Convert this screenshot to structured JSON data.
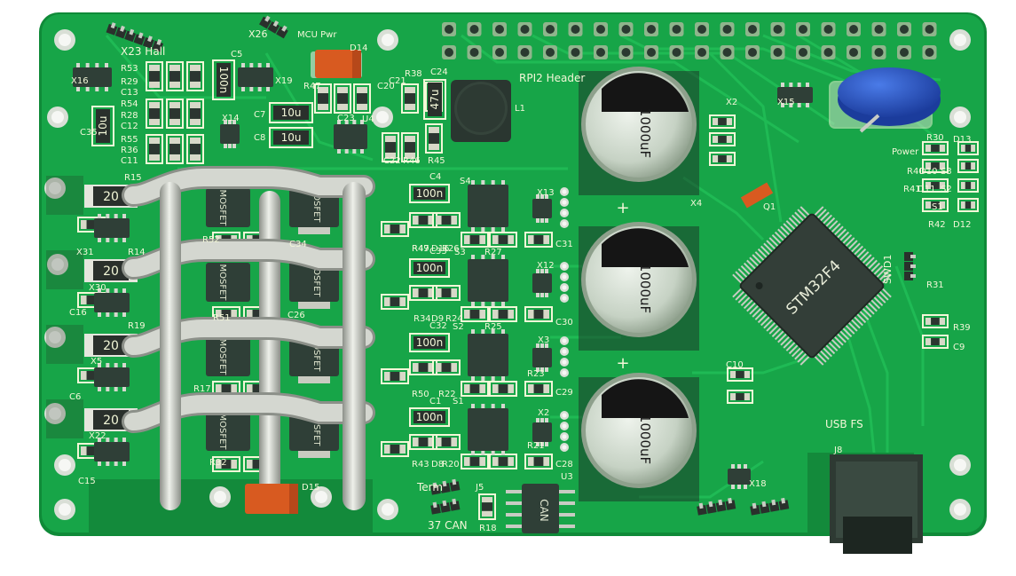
{
  "colors": {
    "background": "#ffffff",
    "board": "#16a044",
    "board_edge": "#0e7a30",
    "trace": "#1db54f",
    "silk": "#f3f7d8",
    "ic_body": "#2f3f37",
    "cap_body": "#cdd8cc",
    "cap_top": "#1a1a1a",
    "wire": "#cfd2cc",
    "diode": "#d85a20",
    "buzzer": "#2456c8"
  },
  "title_labels": {
    "header": "RPI2 Header",
    "hall": "X23 Hall",
    "mcu_pwr": "MCU Pwr",
    "x26": "X26",
    "usb": "USB FS",
    "mcu": "STM32F4",
    "can": "CAN",
    "term": "Term",
    "can_conn": "37 CAN",
    "swd": "SWD1"
  },
  "bulk_caps": [
    {
      "id": "cap1",
      "label": "1000uF"
    },
    {
      "id": "cap2",
      "label": "1000uF"
    },
    {
      "id": "cap3",
      "label": "1000uF"
    }
  ],
  "mosfets": [
    "MOSFET",
    "MOSFET",
    "MOSFET",
    "MOSFET"
  ],
  "small_mosfets": [
    "MOSFET",
    "MOSFET",
    "MOSFET",
    "MOSFET"
  ],
  "shunt_values": [
    "20",
    "20",
    "20",
    "20"
  ],
  "cap_values": [
    "100n",
    "100n",
    "100n",
    "100n"
  ],
  "silk_refs": [
    {
      "t": "R53"
    },
    {
      "t": "R29"
    },
    {
      "t": "C13"
    },
    {
      "t": "R54"
    },
    {
      "t": "R28"
    },
    {
      "t": "C12"
    },
    {
      "t": "R55"
    },
    {
      "t": "R36"
    },
    {
      "t": "C11"
    },
    {
      "t": "C5"
    },
    {
      "t": "X19"
    },
    {
      "t": "X16"
    },
    {
      "t": "C35"
    },
    {
      "t": "X14"
    },
    {
      "t": "C7"
    },
    {
      "t": "C8"
    },
    {
      "t": "C23"
    },
    {
      "t": "U4"
    },
    {
      "t": "R47"
    },
    {
      "t": "C20"
    },
    {
      "t": "C21"
    },
    {
      "t": "R38"
    },
    {
      "t": "C24"
    },
    {
      "t": "C22"
    },
    {
      "t": "R46"
    },
    {
      "t": "R45"
    },
    {
      "t": "L1"
    },
    {
      "t": "D14"
    },
    {
      "t": "R15"
    },
    {
      "t": "R52"
    },
    {
      "t": "C34"
    },
    {
      "t": "R14"
    },
    {
      "t": "X31"
    },
    {
      "t": "R47"
    },
    {
      "t": "X30"
    },
    {
      "t": "R19"
    },
    {
      "t": "R51"
    },
    {
      "t": "C26"
    },
    {
      "t": "C16"
    },
    {
      "t": "R17"
    },
    {
      "t": "X5"
    },
    {
      "t": "C6"
    },
    {
      "t": "X22"
    },
    {
      "t": "C15"
    },
    {
      "t": "R32"
    },
    {
      "t": "D15"
    },
    {
      "t": "C4"
    },
    {
      "t": "S4"
    },
    {
      "t": "X13"
    },
    {
      "t": "R49"
    },
    {
      "t": "D16"
    },
    {
      "t": "R26"
    },
    {
      "t": "C31"
    },
    {
      "t": "C33"
    },
    {
      "t": "S3"
    },
    {
      "t": "R27"
    },
    {
      "t": "X12"
    },
    {
      "t": "R34"
    },
    {
      "t": "D9"
    },
    {
      "t": "R24"
    },
    {
      "t": "C30"
    },
    {
      "t": "C32"
    },
    {
      "t": "S2"
    },
    {
      "t": "R25"
    },
    {
      "t": "X3"
    },
    {
      "t": "R23"
    },
    {
      "t": "R50"
    },
    {
      "t": "R22"
    },
    {
      "t": "C29"
    },
    {
      "t": "C1"
    },
    {
      "t": "S1"
    },
    {
      "t": "X2"
    },
    {
      "t": "R21"
    },
    {
      "t": "R43"
    },
    {
      "t": "D8"
    },
    {
      "t": "R20"
    },
    {
      "t": "C28"
    },
    {
      "t": "J5"
    },
    {
      "t": "R18"
    },
    {
      "t": "U3"
    },
    {
      "t": "J8"
    },
    {
      "t": "X18"
    },
    {
      "t": "X4"
    },
    {
      "t": "C10"
    },
    {
      "t": "R31"
    },
    {
      "t": "R39"
    },
    {
      "t": "C9"
    },
    {
      "t": "R30"
    },
    {
      "t": "D13"
    },
    {
      "t": "Power"
    },
    {
      "t": "R40"
    },
    {
      "t": "D10"
    },
    {
      "t": "S3"
    },
    {
      "t": "R41"
    },
    {
      "t": "D11"
    },
    {
      "t": "S2"
    },
    {
      "t": "S1"
    },
    {
      "t": "R42"
    },
    {
      "t": "D12"
    },
    {
      "t": "Q1"
    },
    {
      "t": "X15"
    },
    {
      "t": "X2"
    }
  ],
  "small_cap_labels": {
    "c7": "10u",
    "c8": "10u",
    "c35": "10u",
    "c5": "100n",
    "c24": "47u"
  }
}
